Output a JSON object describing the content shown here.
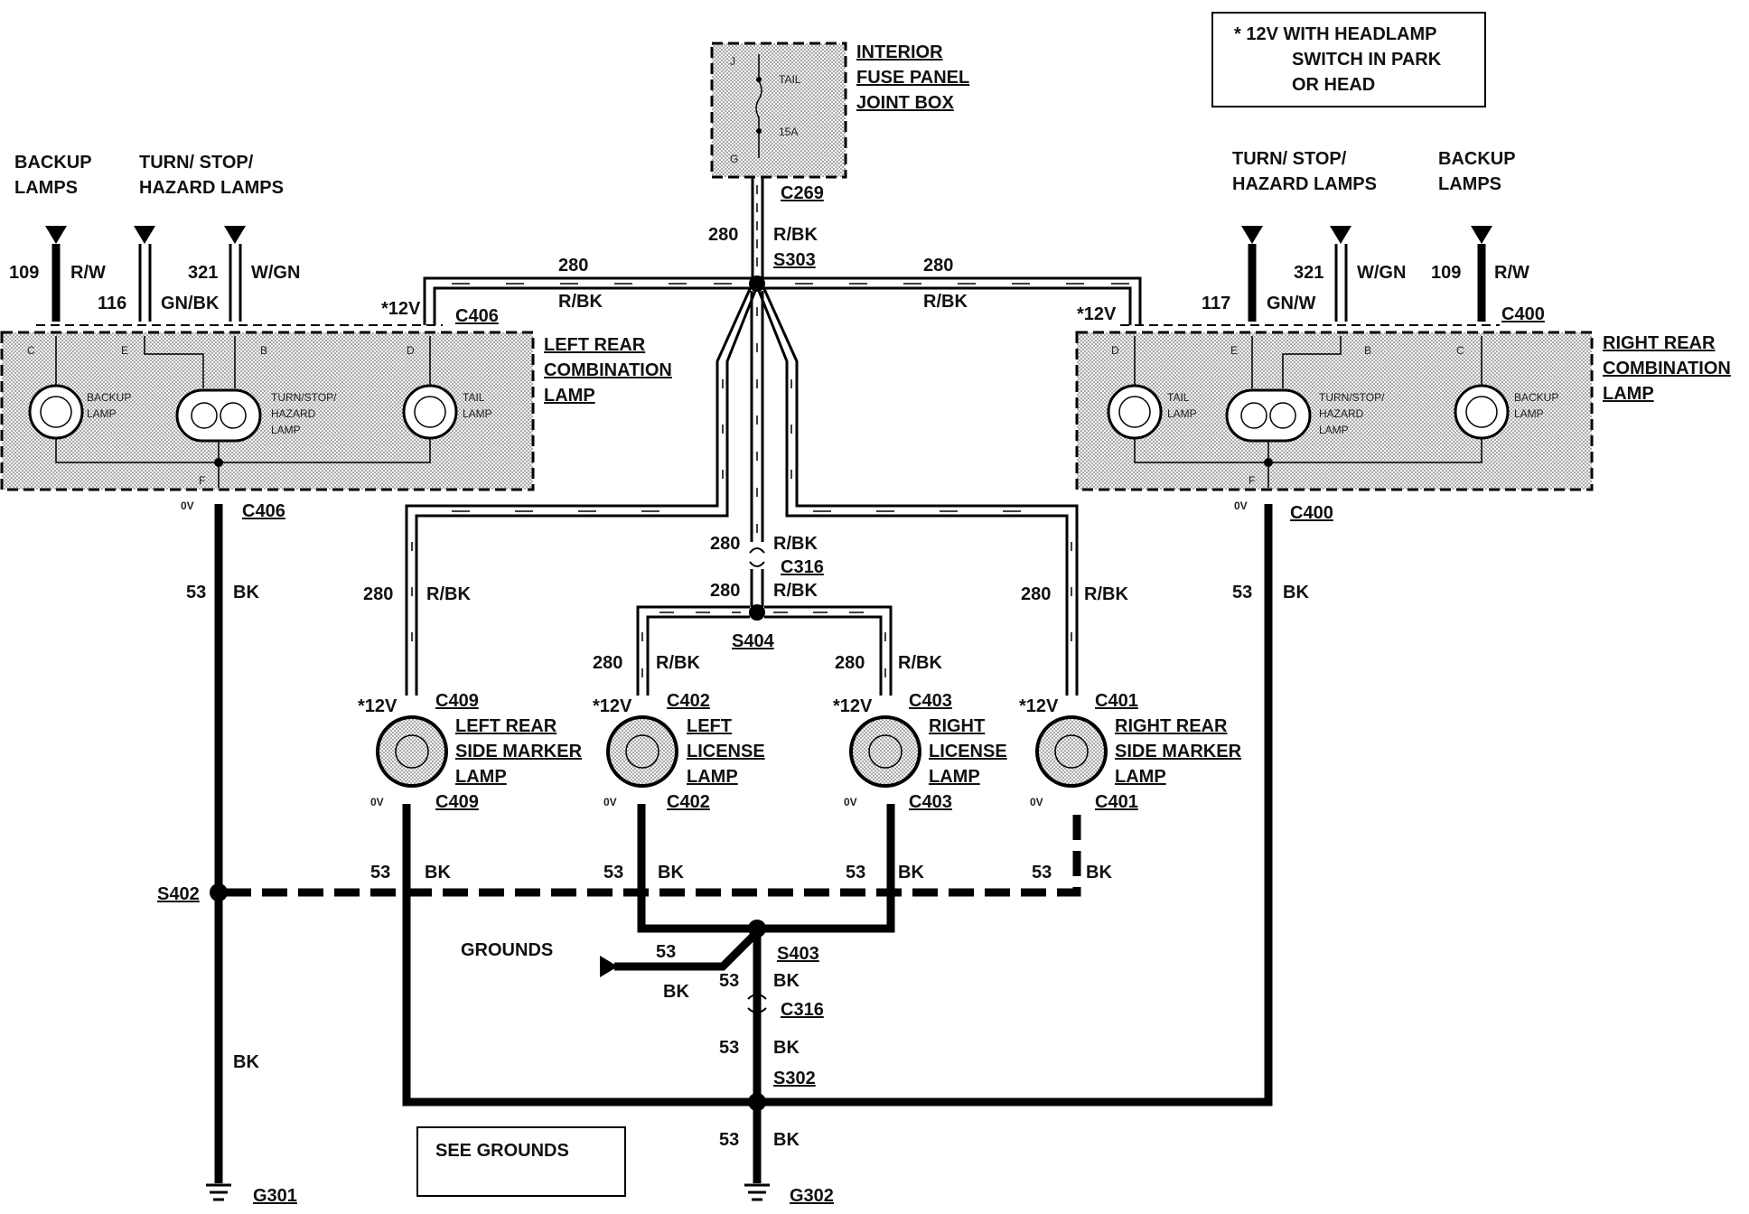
{
  "note": {
    "line1": "* 12V WITH HEADLAMP",
    "line2": "SWITCH IN PARK",
    "line3": "OR HEAD"
  },
  "fuse_panel": {
    "line1": "INTERIOR",
    "line2": "FUSE PANEL",
    "line3": "JOINT BOX",
    "pin_j": "J",
    "pin_g": "G",
    "tail": "TAIL",
    "amp": "15A",
    "connector": "C269"
  },
  "feed": {
    "circuit": "280",
    "color": "R/BK",
    "splice": "S303"
  },
  "left": {
    "backup_title1": "BACKUP",
    "backup_title2": "LAMPS",
    "turn_title1": "TURN/ STOP/",
    "turn_title2": "HAZARD LAMPS",
    "c109": "109",
    "rw": "R/W",
    "c116": "116",
    "gnbk": "GN/BK",
    "c321": "321",
    "wgn": "W/GN",
    "v12": "*12V",
    "conn": "C406",
    "title1": "LEFT REAR",
    "title2": "COMBINATION",
    "title3": "LAMP",
    "pins": [
      "C",
      "E",
      "B",
      "D",
      "F"
    ],
    "lamp_backup1": "BACKUP",
    "lamp_backup2": "LAMP",
    "lamp_turn1": "TURN/STOP/",
    "lamp_turn2": "HAZARD",
    "lamp_turn3": "LAMP",
    "lamp_tail1": "TAIL",
    "lamp_tail2": "LAMP",
    "ov": "0V",
    "conn_bottom": "C406"
  },
  "right": {
    "backup_title1": "BACKUP",
    "backup_title2": "LAMPS",
    "turn_title1": "TURN/ STOP/",
    "turn_title2": "HAZARD LAMPS",
    "c109": "109",
    "rw": "R/W",
    "c117": "117",
    "gnw": "GN/W",
    "c321": "321",
    "wgn": "W/GN",
    "v12": "*12V",
    "conn": "C400",
    "title1": "RIGHT REAR",
    "title2": "COMBINATION",
    "title3": "LAMP",
    "pins": [
      "D",
      "E",
      "B",
      "C",
      "F"
    ],
    "lamp_tail1": "TAIL",
    "lamp_tail2": "LAMP",
    "lamp_turn1": "TURN/STOP/",
    "lamp_turn2": "HAZARD",
    "lamp_turn3": "LAMP",
    "lamp_backup1": "BACKUP",
    "lamp_backup2": "LAMP",
    "ov": "0V",
    "conn_bottom": "C400"
  },
  "mid": {
    "c316": "C316",
    "s404": "S404",
    "c280": "280",
    "rbk": "R/BK"
  },
  "lamps": [
    {
      "name1": "LEFT  REAR",
      "name2": "SIDE MARKER",
      "name3": "LAMP",
      "conn": "C409",
      "v12": "*12V",
      "ov": "0V"
    },
    {
      "name1": "LEFT",
      "name2": "LICENSE",
      "name3": "LAMP",
      "conn": "C402",
      "v12": "*12V",
      "ov": "0V"
    },
    {
      "name1": "RIGHT",
      "name2": "LICENSE",
      "name3": "LAMP",
      "conn": "C403",
      "v12": "*12V",
      "ov": "0V"
    },
    {
      "name1": "RIGHT  REAR",
      "name2": "SIDE MARKER",
      "name3": "LAMP",
      "conn": "C401",
      "v12": "*12V",
      "ov": "0V"
    }
  ],
  "ground": {
    "c53": "53",
    "bk": "BK",
    "s402": "S402",
    "s403": "S403",
    "s302": "S302",
    "c316": "C316",
    "grounds": "GROUNDS",
    "see_grounds": "SEE GROUNDS",
    "g301": "G301",
    "g302": "G302"
  }
}
